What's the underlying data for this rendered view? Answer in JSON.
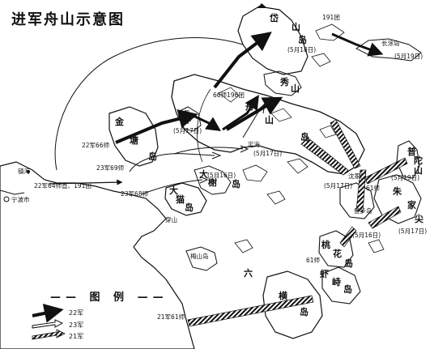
{
  "title": "进军舟山示意图",
  "islands": {
    "daishan_1": "岱",
    "daishan_2": "山",
    "daishan_3": "岛",
    "xiushan_1": "秀",
    "xiushan_2": "山",
    "zhoushan_zhou": "舟",
    "zhoushan_shan": "山",
    "zhoushan_dao": "岛",
    "jintang_1": "金",
    "jintang_2": "塘",
    "jintang_3": "岛",
    "dinghai": "定海",
    "damao_1": "大",
    "damao_2": "榭",
    "damao_3": "岛",
    "damao2_1": "大",
    "damao2_2": "猫",
    "damao2_3": "岛",
    "chuanshan": "穿山",
    "putuo_1": "普",
    "putuo_2": "陀",
    "putuo_3": "山",
    "zhujiajian_1": "朱",
    "zhujiajian_2": "家",
    "zhujiajian_3": "尖",
    "taohua_1": "桃",
    "taohua_2": "花",
    "taohua_3": "岛",
    "xiazhi_1": "虾",
    "xiazhi_2": "峙",
    "xiazhi_3": "岛",
    "liuheng_1": "六",
    "liuheng_2": "横",
    "liuheng_3": "岛",
    "changtu": "长涂岛",
    "meishan": "梅山岛",
    "shenjiamen": "沈家门",
    "dengbu": "登步岛",
    "zhenhai": "镇海",
    "ningbo": "宁波市",
    "cezi_1": "册",
    "cezi_2": "子"
  },
  "labels": {
    "u191": "191团",
    "u66": "66师196团",
    "u22_66": "22军66师",
    "u23_69": "23军69师",
    "u23_68": "23军68师",
    "u22_64": "22军64师直、191团",
    "u61": "61师",
    "u61b": "61师",
    "u21_61": "21军61师"
  },
  "dates": {
    "d_daishan": "(5月18日)",
    "d_changtu": "(5月19日)",
    "d_cezi": "(5月17日)",
    "d_dinghai": "(5月17日)",
    "d_damao": "(5月16日)",
    "d_putuo": "(5月19日)",
    "d_shenjia": "(5月17日)",
    "d_zhujia": "(5月17日)",
    "d_dengbu": "(5月16日)"
  },
  "legend": {
    "title": "—— 图 例 ——",
    "items": [
      {
        "label": "22军",
        "icon": "solid-black-arrow-icon"
      },
      {
        "label": "23军",
        "icon": "outline-arrow-icon"
      },
      {
        "label": "21军",
        "icon": "hatched-arrow-icon"
      }
    ]
  }
}
